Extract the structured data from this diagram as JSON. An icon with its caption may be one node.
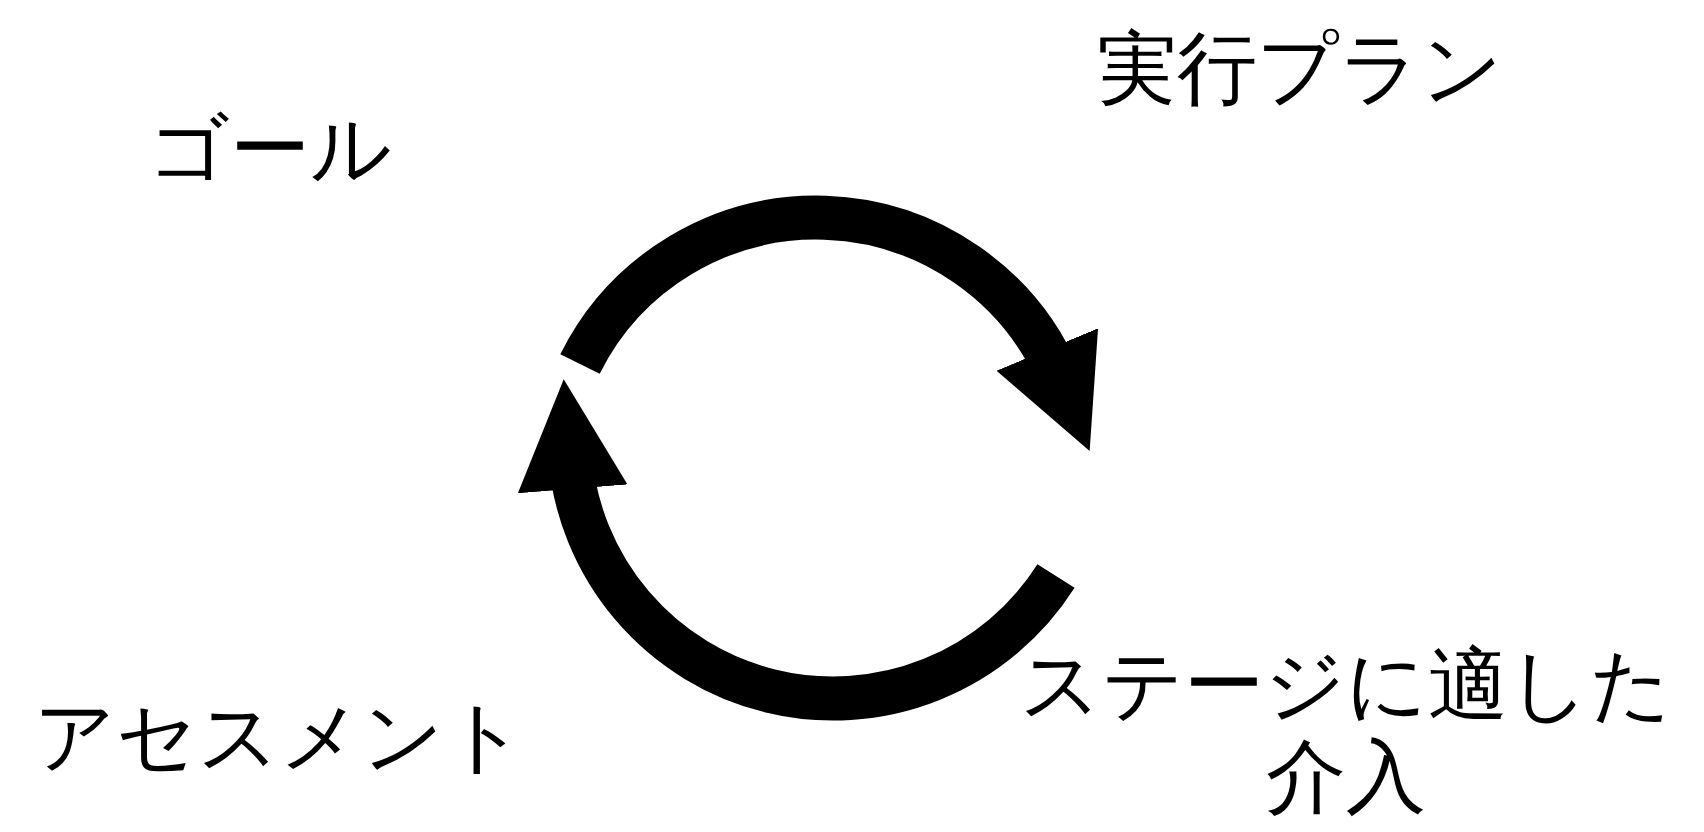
{
  "diagram": {
    "labels": [
      "ゴール",
      "実行プラン",
      "アセスメント",
      "ステージに適した介入"
    ]
  }
}
